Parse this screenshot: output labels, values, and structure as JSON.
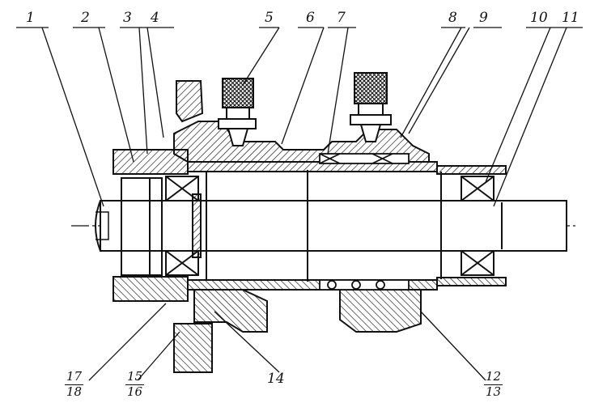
{
  "labels": {
    "l1": "1",
    "l2": "2",
    "l3": "3",
    "l4": "4",
    "l5": "5",
    "l6": "6",
    "l7": "7",
    "l8": "8",
    "l9": "9",
    "l10": "10",
    "l11": "11",
    "l14": "14",
    "f12_13": {
      "num": "12",
      "den": "13"
    },
    "f15_16": {
      "num": "15",
      "den": "16"
    },
    "f17_18": {
      "num": "17",
      "den": "18"
    }
  },
  "colors": {
    "ink": "#111111",
    "paper": "#ffffff"
  }
}
